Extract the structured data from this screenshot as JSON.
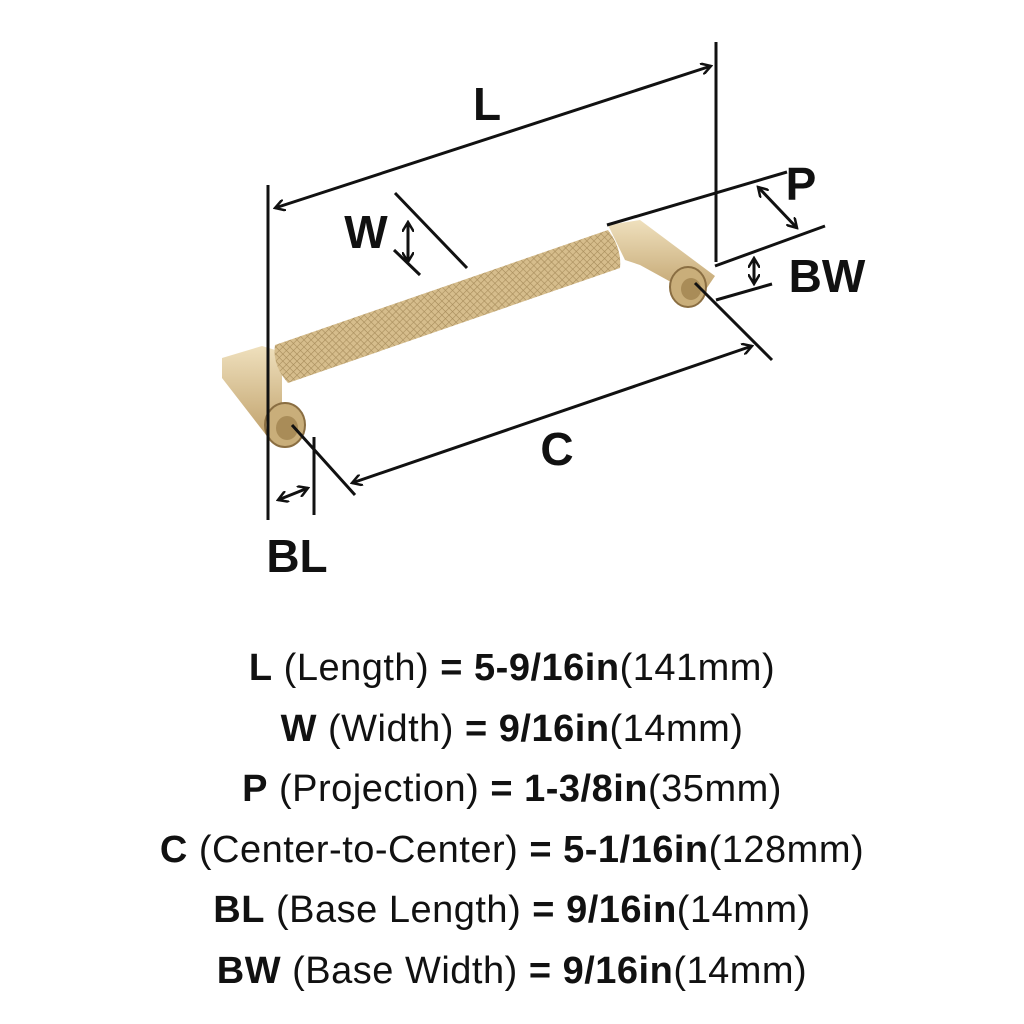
{
  "diagram": {
    "labels": {
      "L": "L",
      "W": "W",
      "P": "P",
      "BW": "BW",
      "C": "C",
      "BL": "BL"
    },
    "finish_color": "#d8bf92"
  },
  "specs": [
    {
      "code": "L",
      "name": "(Length)",
      "eq": "=",
      "imperial": "5-9/16in",
      "metric": "(141mm)"
    },
    {
      "code": "W",
      "name": "(Width)",
      "eq": "=",
      "imperial": "9/16in",
      "metric": "(14mm)"
    },
    {
      "code": "P",
      "name": "(Projection)",
      "eq": "=",
      "imperial": "1-3/8in",
      "metric": "(35mm)"
    },
    {
      "code": "C",
      "name": "(Center-to-Center)",
      "eq": "=",
      "imperial": "5-1/16in",
      "metric": "(128mm)"
    },
    {
      "code": "BL",
      "name": "(Base Length)",
      "eq": "=",
      "imperial": "9/16in",
      "metric": "(14mm)"
    },
    {
      "code": "BW",
      "name": "(Base Width)",
      "eq": "=",
      "imperial": "9/16in",
      "metric": "(14mm)"
    }
  ]
}
